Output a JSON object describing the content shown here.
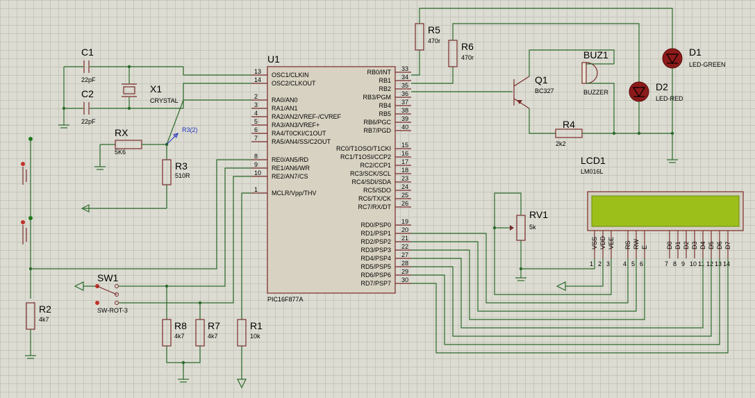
{
  "colors": {
    "grid_bg": "#dcdcd2",
    "wire": "#2a6a2a",
    "body": "#7a2a2a",
    "lcd_fill": "#9cbf1a",
    "ic_fill": "#d8d2c2",
    "led_fill": "#8b1a1a"
  },
  "u1": {
    "ref": "U1",
    "part": "PIC16F877A",
    "left_pins": [
      {
        "num": "13",
        "name": "OSC1/CLKIN"
      },
      {
        "num": "14",
        "name": "OSC2/CLKOUT"
      },
      {
        "num": "2",
        "name": "RA0/AN0"
      },
      {
        "num": "3",
        "name": "RA1/AN1"
      },
      {
        "num": "4",
        "name": "RA2/AN2/VREF-/CVREF"
      },
      {
        "num": "5",
        "name": "RA3/AN3/VREF+"
      },
      {
        "num": "6",
        "name": "RA4/T0CKI/C1OUT"
      },
      {
        "num": "7",
        "name": "RA5/AN4/SS/C2OUT"
      },
      {
        "num": "8",
        "name": "RE0/AN5/RD"
      },
      {
        "num": "9",
        "name": "RE1/AN6/WR"
      },
      {
        "num": "10",
        "name": "RE2/AN7/CS"
      },
      {
        "num": "1",
        "name": "MCLR/Vpp/THV"
      }
    ],
    "right_pins": [
      {
        "num": "33",
        "name": "RB0/INT"
      },
      {
        "num": "34",
        "name": "RB1"
      },
      {
        "num": "35",
        "name": "RB2"
      },
      {
        "num": "36",
        "name": "RB3/PGM"
      },
      {
        "num": "37",
        "name": "RB4"
      },
      {
        "num": "38",
        "name": "RB5"
      },
      {
        "num": "39",
        "name": "RB6/PGC"
      },
      {
        "num": "40",
        "name": "RB7/PGD"
      },
      {
        "num": "15",
        "name": "RC0/T1OSO/T1CKI"
      },
      {
        "num": "16",
        "name": "RC1/T1OSI/CCP2"
      },
      {
        "num": "17",
        "name": "RC2/CCP1"
      },
      {
        "num": "18",
        "name": "RC3/SCK/SCL"
      },
      {
        "num": "23",
        "name": "RC4/SDI/SDA"
      },
      {
        "num": "24",
        "name": "RC5/SDO"
      },
      {
        "num": "25",
        "name": "RC6/TX/CK"
      },
      {
        "num": "26",
        "name": "RC7/RX/DT"
      },
      {
        "num": "19",
        "name": "RD0/PSP0"
      },
      {
        "num": "20",
        "name": "RD1/PSP1"
      },
      {
        "num": "21",
        "name": "RD2/PSP2"
      },
      {
        "num": "22",
        "name": "RD3/PSP3"
      },
      {
        "num": "27",
        "name": "RD4/PSP4"
      },
      {
        "num": "28",
        "name": "RD5/PSP5"
      },
      {
        "num": "29",
        "name": "RD6/PSP6"
      },
      {
        "num": "30",
        "name": "RD7/PSP7"
      }
    ]
  },
  "components": {
    "c1": {
      "ref": "C1",
      "value": "22pF"
    },
    "c2": {
      "ref": "C2",
      "value": "22pF"
    },
    "x1": {
      "ref": "X1",
      "value": "CRYSTAL"
    },
    "rx": {
      "ref": "RX",
      "value": "5K6"
    },
    "r3": {
      "ref": "R3",
      "value": "510R",
      "probe": "R3(2)"
    },
    "r5": {
      "ref": "R5",
      "value": "470r"
    },
    "r6": {
      "ref": "R6",
      "value": "470r"
    },
    "q1": {
      "ref": "Q1",
      "value": "BC327"
    },
    "buz1": {
      "ref": "BUZ1",
      "value": "BUZZER"
    },
    "d1": {
      "ref": "D1",
      "value": "LED-GREEN"
    },
    "d2": {
      "ref": "D2",
      "value": "LED-RED"
    },
    "r4": {
      "ref": "R4",
      "value": "2k2"
    },
    "lcd1": {
      "ref": "LCD1",
      "value": "LM016L"
    },
    "rv1": {
      "ref": "RV1",
      "value": "5k"
    },
    "r2": {
      "ref": "R2",
      "value": "4k7"
    },
    "sw1": {
      "ref": "SW1",
      "value": "SW-ROT-3"
    },
    "r8": {
      "ref": "R8",
      "value": "4k7"
    },
    "r7": {
      "ref": "R7",
      "value": "4k7"
    },
    "r1": {
      "ref": "R1",
      "value": "10k"
    }
  },
  "lcd_pins": [
    {
      "num": "1",
      "name": "VSS"
    },
    {
      "num": "2",
      "name": "VDD"
    },
    {
      "num": "3",
      "name": "VEE"
    },
    {
      "num": "4",
      "name": "RS"
    },
    {
      "num": "5",
      "name": "RW"
    },
    {
      "num": "6",
      "name": "E"
    },
    {
      "num": "7",
      "name": "D0"
    },
    {
      "num": "8",
      "name": "D1"
    },
    {
      "num": "9",
      "name": "D2"
    },
    {
      "num": "10",
      "name": "D3"
    },
    {
      "num": "11",
      "name": "D4"
    },
    {
      "num": "12",
      "name": "D5"
    },
    {
      "num": "13",
      "name": "D6"
    },
    {
      "num": "14",
      "name": "D7"
    }
  ]
}
